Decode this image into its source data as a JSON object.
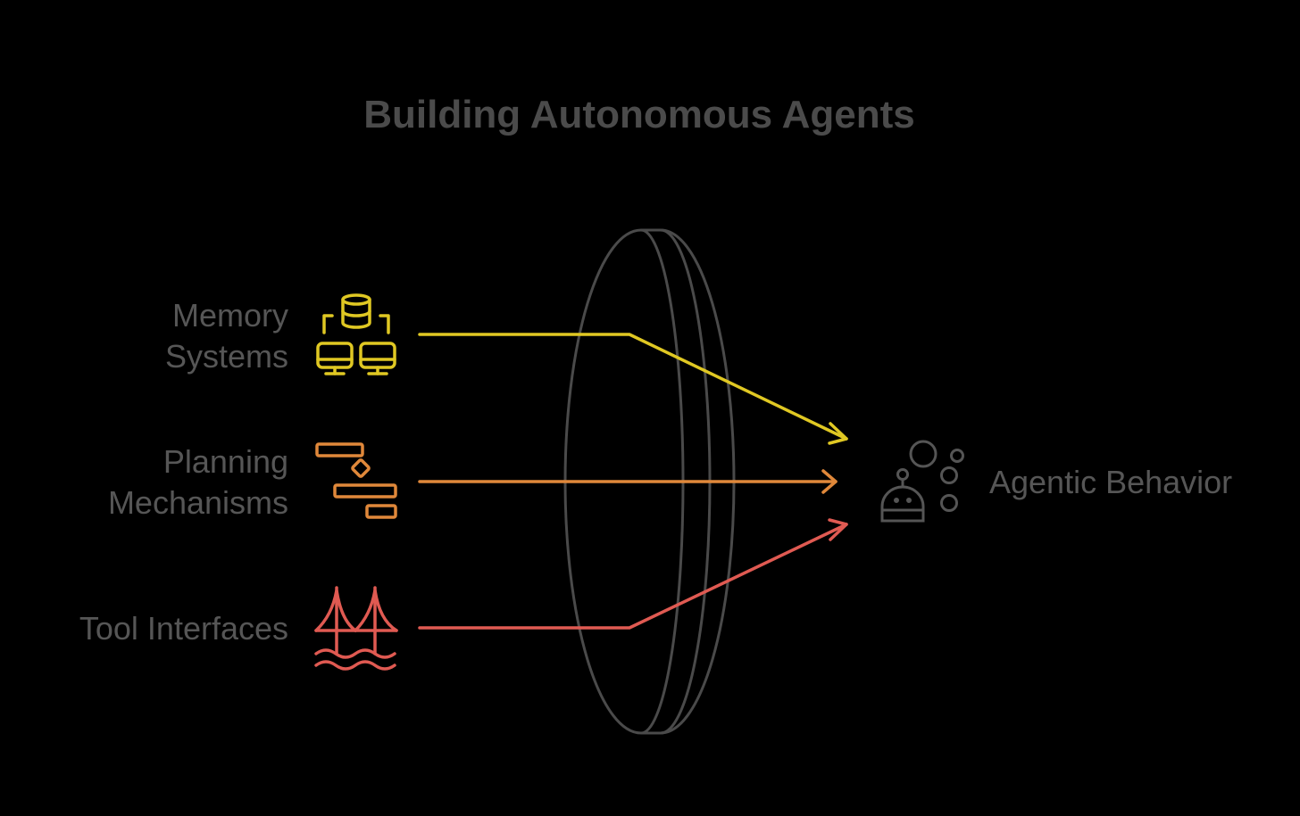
{
  "title": "Building Autonomous Agents",
  "inputs": [
    {
      "label_lines": [
        "Memory",
        "Systems"
      ],
      "icon": "database-network-icon",
      "color": "#e0c823"
    },
    {
      "label_lines": [
        "Planning",
        "Mechanisms"
      ],
      "icon": "gantt-flow-icon",
      "color": "#e0883a"
    },
    {
      "label_lines": [
        "Tool Interfaces"
      ],
      "icon": "bridge-icon",
      "color": "#e05a52"
    }
  ],
  "output": {
    "label": "Agentic Behavior",
    "icon": "robot-bubbles-icon",
    "color": "#555555"
  },
  "lens_color": "#4a4a4a"
}
